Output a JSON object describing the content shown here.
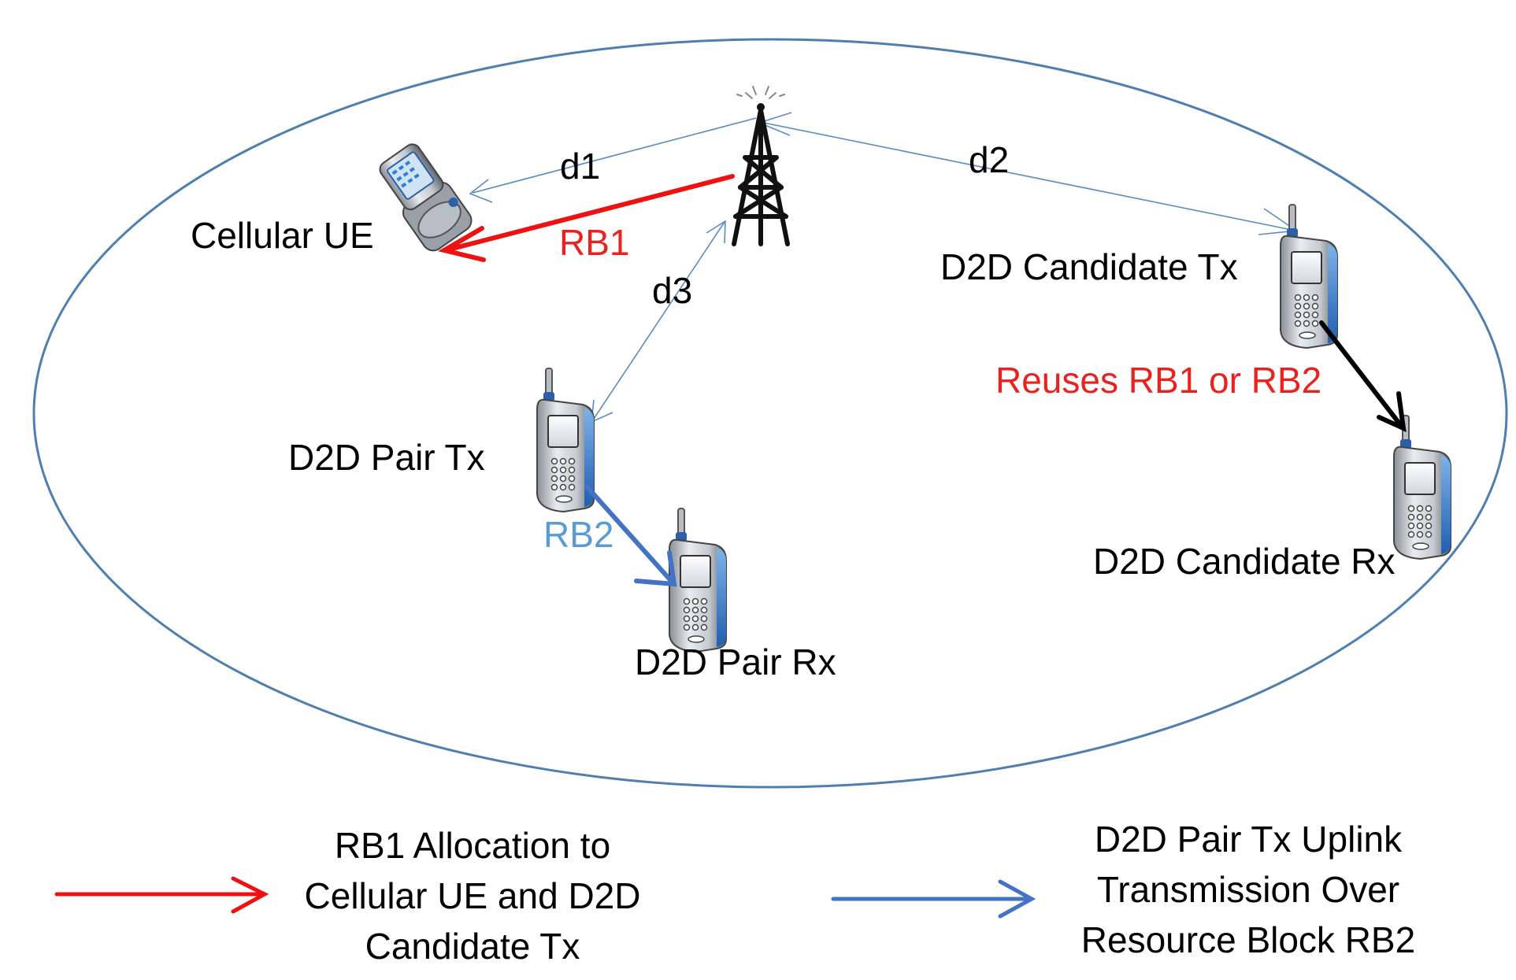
{
  "labels": {
    "d1": "d1",
    "d2": "d2",
    "d3": "d3",
    "cellular_ue": "Cellular UE",
    "rb1": "RB1",
    "d2d_candidate_tx": "D2D Candidate Tx",
    "reuses": "Reuses RB1 or RB2",
    "d2d_pair_tx": "D2D Pair Tx",
    "rb2": "RB2",
    "d2d_pair_rx": "D2D Pair Rx",
    "d2d_candidate_rx": "D2D Candidate Rx"
  },
  "legend": {
    "red_text": "RB1 Allocation to\nCellular UE and D2D\nCandidate Tx",
    "blue_text": "D2D Pair Tx Uplink\nTransmission Over\nResource Block RB2"
  },
  "colors": {
    "cell_outline": "#4f7fb0",
    "distance_line": "#5b8cc0",
    "rb1_arrow": "#ee1111",
    "rb2_arrow": "#4472c4",
    "reuse_arrow": "#000000",
    "red_text": "#e8221e",
    "blue_text": "#5b9bd5",
    "black_text": "#000000"
  },
  "icons": [
    "cell-tower-icon",
    "flip-phone-icon",
    "mobile-phone-icon"
  ]
}
